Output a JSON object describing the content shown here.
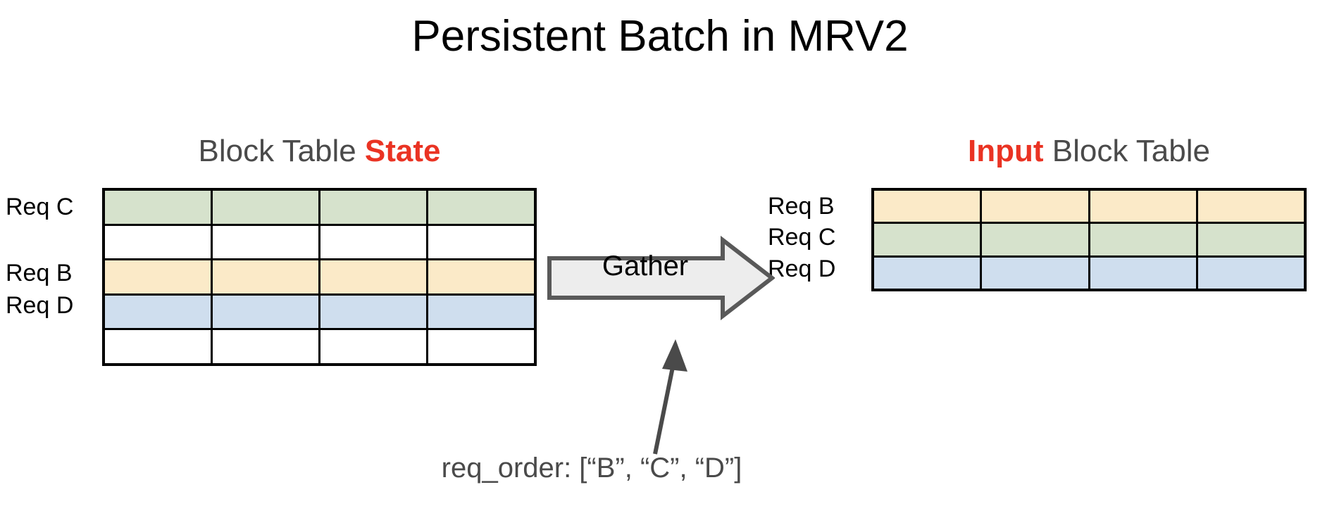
{
  "title": "Persistent Batch in MRV2",
  "colors": {
    "accent_red": "#ea3323",
    "heading_gray": "#4a4a4a",
    "green": "#d6e2cc",
    "yellow": "#fbeac8",
    "blue": "#cfdeee",
    "white": "#ffffff",
    "arrow_fill": "#ededed",
    "arrow_stroke": "#595959",
    "grid_line": "#000000"
  },
  "left_panel": {
    "heading": {
      "plain_prefix": "Block Table ",
      "accent": "State"
    },
    "columns": 4,
    "rows": [
      {
        "label": "Req C",
        "fill": "green",
        "color": "#d6e2cc"
      },
      {
        "label": "",
        "fill": "white",
        "color": "#ffffff"
      },
      {
        "label": "Req B",
        "fill": "yellow",
        "color": "#fbeac8"
      },
      {
        "label": "Req D",
        "fill": "blue",
        "color": "#cfdeee"
      },
      {
        "label": "",
        "fill": "white",
        "color": "#ffffff"
      }
    ]
  },
  "right_panel": {
    "heading": {
      "accent": "Input",
      "plain_suffix": " Block Table"
    },
    "columns": 4,
    "rows": [
      {
        "label": "Req B",
        "fill": "yellow",
        "color": "#fbeac8"
      },
      {
        "label": "Req C",
        "fill": "green",
        "color": "#d6e2cc"
      },
      {
        "label": "Req D",
        "fill": "blue",
        "color": "#cfdeee"
      }
    ]
  },
  "operation": {
    "label": "Gather",
    "icon": "right-arrow-block"
  },
  "annotation": {
    "text": "req_order: [“B”, “C”, “D”]",
    "pointer_icon": "pointer-arrow-up"
  }
}
